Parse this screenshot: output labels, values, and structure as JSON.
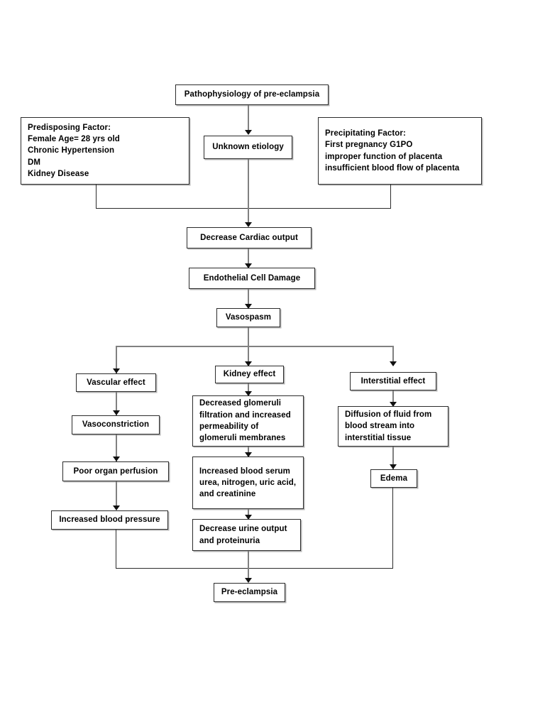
{
  "diagram": {
    "title_node": "Pathophysiology of pre-eclampsia",
    "nodes": {
      "unknown_etiology": "Unknown etiology",
      "predisposing_factor": "Predisposing Factor:\nFemale Age= 28 yrs old\nChronic Hypertension\nDM\nKidney Disease",
      "precipitating_factor": "Precipitating Factor:\nFirst pregnancy G1PO\nimproper function of placenta\ninsufficient blood flow of placenta",
      "decrease_cardiac_output": "Decrease Cardiac output",
      "endothelial_cell_damage": "Endothelial Cell Damage",
      "vasospasm": "Vasospasm",
      "vascular_effect": "Vascular effect",
      "vasoconstriction": "Vasoconstriction",
      "poor_organ_perfusion": "Poor organ perfusion",
      "increased_blood_pressure": "Increased blood pressure",
      "kidney_effect": "Kidney effect",
      "decreased_glomeruli": "Decreased glomeruli\nfiltration and increased\npermeability of\nglomeruli membranes",
      "increased_blood_serum": "Increased blood serum\nurea, nitrogen, uric acid,\nand creatinine",
      "decrease_urine_output": "Decrease urine output\nand proteinuria",
      "interstitial_effect": "Interstitial effect",
      "diffusion_of_fluid": "Diffusion of fluid from\nblood stream into\ninterstitial tissue",
      "edema": "Edema",
      "pre_eclampsia": "Pre-eclampsia"
    },
    "colors": {
      "box_border": "#2b2b2b",
      "box_fill": "#ffffff",
      "connector": "#808080",
      "arrow_head": "#111111",
      "text": "#000000",
      "page_background": "#ffffff"
    }
  }
}
